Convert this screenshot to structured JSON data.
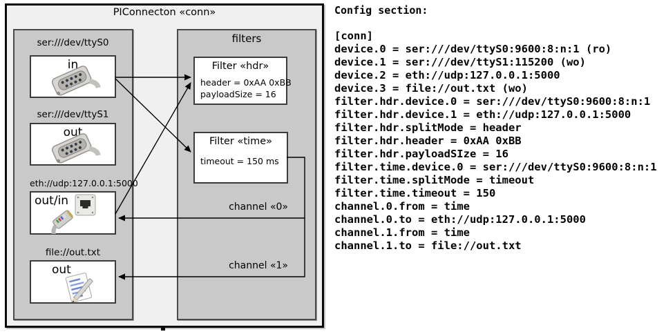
{
  "diagram": {
    "title": "PIConnecton «conn»",
    "filters_panel_title": "filters",
    "devices": [
      {
        "label": "ser:///dev/ttyS0",
        "direction": "in",
        "icon": "serial-connector-icon"
      },
      {
        "label": "ser:///dev/ttyS1",
        "direction": "out",
        "icon": "serial-connector-icon"
      },
      {
        "label": "eth://udp:127.0.0.1:5000",
        "direction": "out/in",
        "icon": "ethernet-icon"
      },
      {
        "label": "file://out.txt",
        "direction": "out",
        "icon": "notepad-icon"
      }
    ],
    "filters": [
      {
        "title": "Filter «hdr»",
        "props": [
          "header = 0xAA 0xBB",
          "payloadSize = 16"
        ]
      },
      {
        "title": "Filter «time»",
        "props": [
          "timeout = 150 ms"
        ]
      }
    ],
    "channels": [
      {
        "label": "channel «0»"
      },
      {
        "label": "channel «1»"
      }
    ]
  },
  "config": {
    "heading": "Config section:",
    "lines": [
      "[conn]",
      "device.0 = ser:///dev/ttyS0:9600:8:n:1 (ro)",
      "device.1 = ser:///dev/ttyS1:115200 (wo)",
      "device.2 = eth://udp:127.0.0.1:5000",
      "device.3 = file://out.txt (wo)",
      "filter.hdr.device.0 = ser:///dev/ttyS0:9600:8:n:1",
      "filter.hdr.device.1 = eth://udp:127.0.0.1:5000",
      "filter.hdr.splitMode = header",
      "filter.hdr.header = 0xAA 0xBB",
      "filter.hdr.payloadSIze = 16",
      "filter.time.device.0 = ser:///dev/ttyS0:9600:8:n:1",
      "filter.time.splitMode = timeout",
      "filter.time.timeout = 150",
      "channel.0.from = time",
      "channel.0.to = eth://udp:127.0.0.1:5000",
      "channel.1.from = time",
      "channel.1.to = file://out.txt"
    ]
  },
  "colors": {
    "panel_gray": "#c9c9c9",
    "outer_gray": "#f0f0f0",
    "line_black": "#000000"
  }
}
